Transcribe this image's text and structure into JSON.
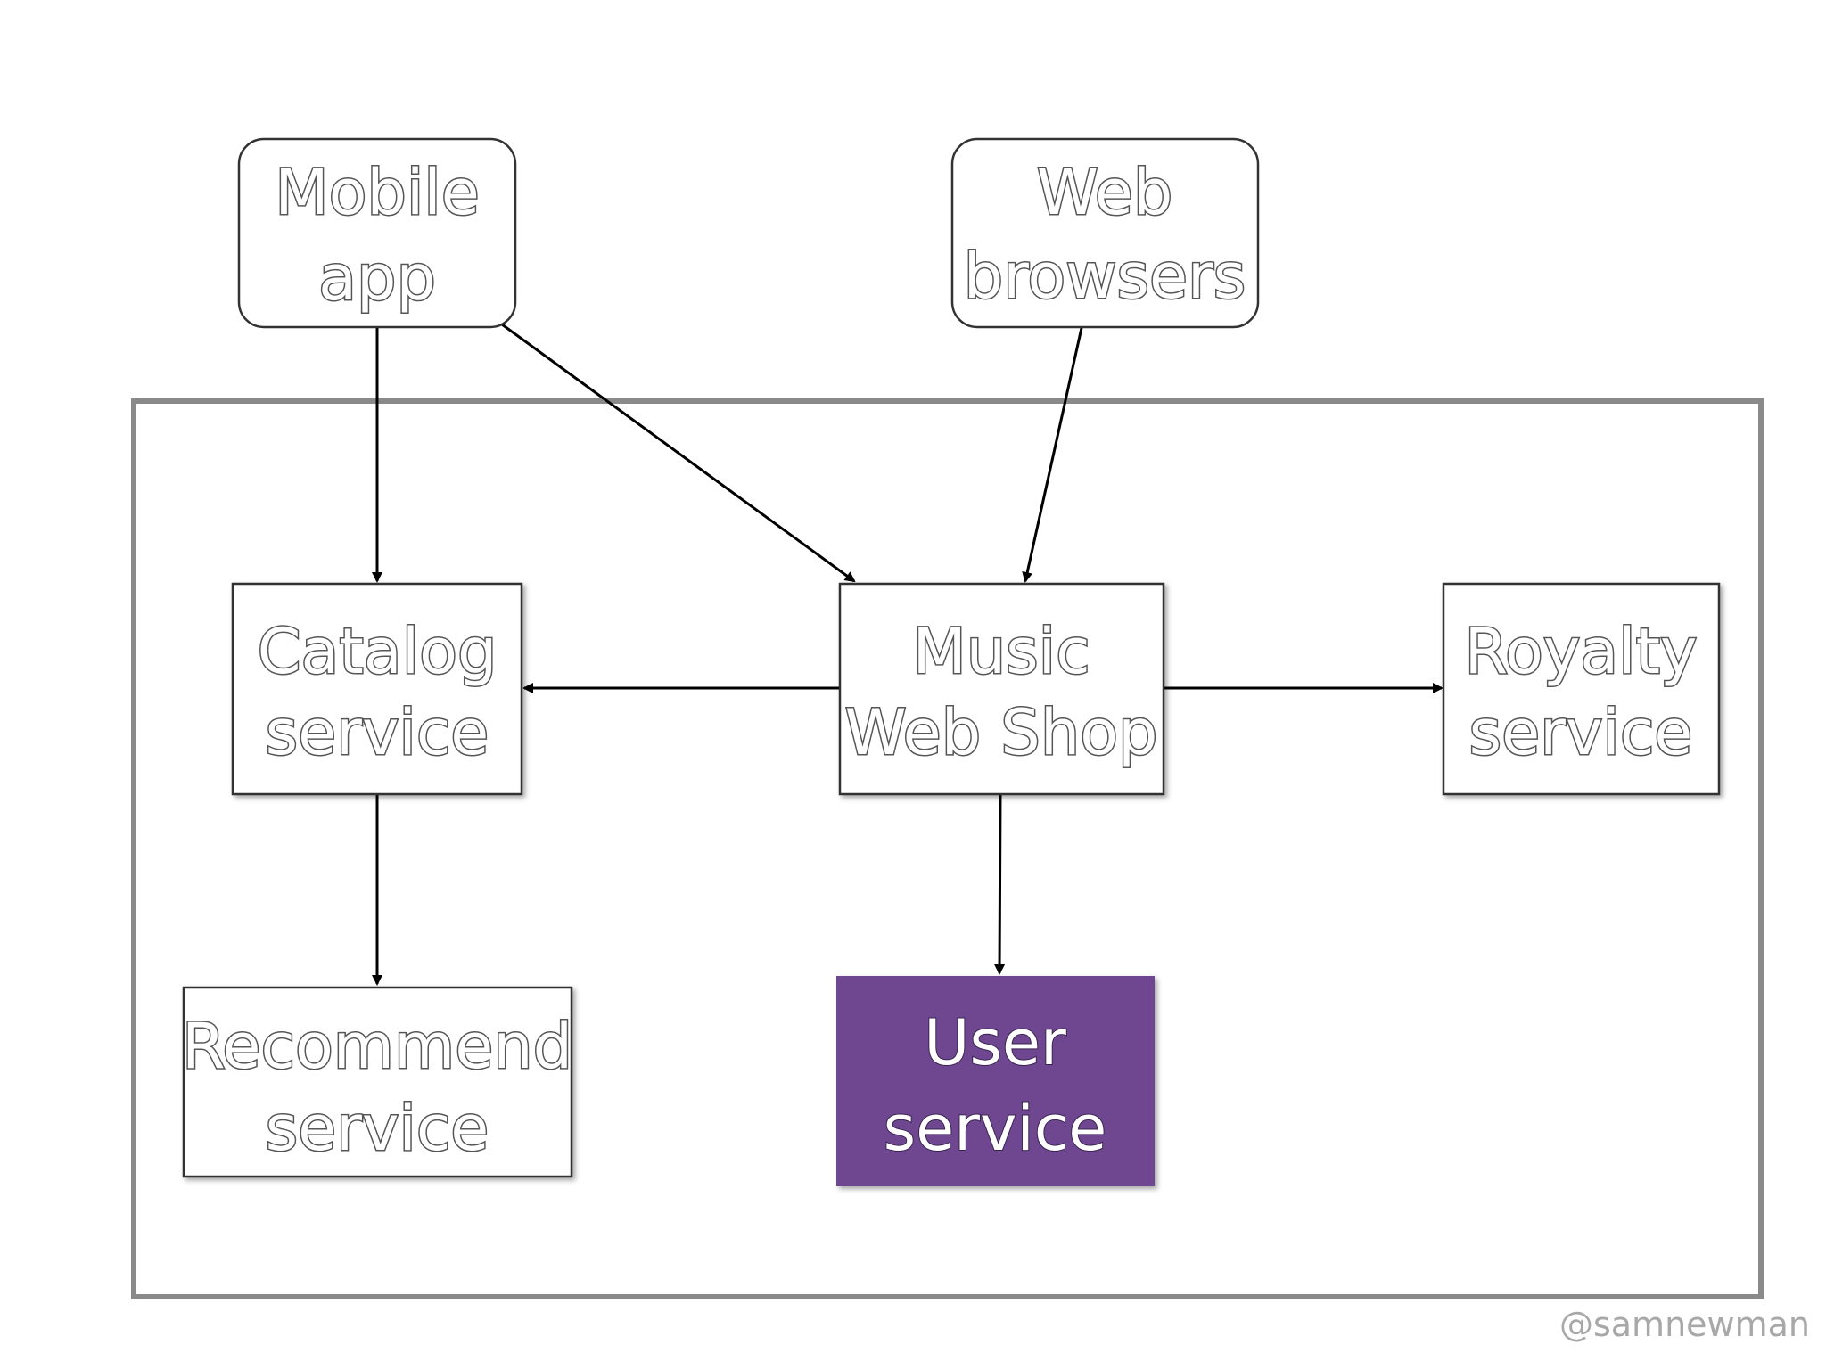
{
  "colors": {
    "user_service_fill": "#6e4790",
    "boundary_stroke": "#8a8a8a"
  },
  "nodes": {
    "mobile_app": [
      "Mobile",
      "app"
    ],
    "web_browsers": [
      "Web",
      "browsers"
    ],
    "catalog_service": [
      "Catalog",
      "service"
    ],
    "music_web_shop": [
      "Music",
      "Web Shop"
    ],
    "royalty_service": [
      "Royalty",
      "service"
    ],
    "recommend_service": [
      "Recommend",
      "service"
    ],
    "user_service": [
      "User",
      "service"
    ]
  },
  "edges": [
    [
      "mobile_app",
      "catalog_service"
    ],
    [
      "mobile_app",
      "music_web_shop"
    ],
    [
      "web_browsers",
      "music_web_shop"
    ],
    [
      "music_web_shop",
      "catalog_service"
    ],
    [
      "music_web_shop",
      "royalty_service"
    ],
    [
      "catalog_service",
      "recommend_service"
    ],
    [
      "music_web_shop",
      "user_service"
    ]
  ],
  "watermark": "@samnewman"
}
